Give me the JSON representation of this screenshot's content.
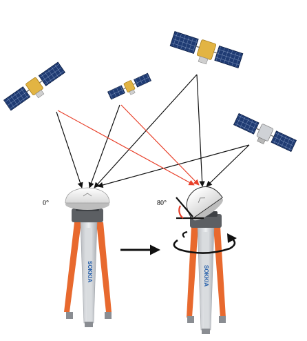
{
  "colors": {
    "signal_arrow": "#111111",
    "multipath_arrow": "#e8402a",
    "tripod_leg_orange": "#e8692e",
    "tripod_leg_silver": "#c9ccd0",
    "solar_panel": "#1f3b73",
    "satellite_body": "#e2b443"
  },
  "left_station": {
    "angle_label": "0°",
    "brand": "SOKKIA",
    "icon": "gnss-antenna-icon"
  },
  "right_station": {
    "angle_label": "80°",
    "brand": "SOKKIA",
    "icon": "tilted-gnss-antenna-icon",
    "rotation_icon": "rotation-arrow-icon"
  },
  "transition_icon": "right-arrow-icon",
  "satellites": [
    {
      "name": "satellite-1",
      "icon": "satellite-icon"
    },
    {
      "name": "satellite-2",
      "icon": "satellite-icon"
    },
    {
      "name": "satellite-3",
      "icon": "satellite-icon"
    },
    {
      "name": "satellite-4",
      "icon": "satellite-icon"
    }
  ]
}
